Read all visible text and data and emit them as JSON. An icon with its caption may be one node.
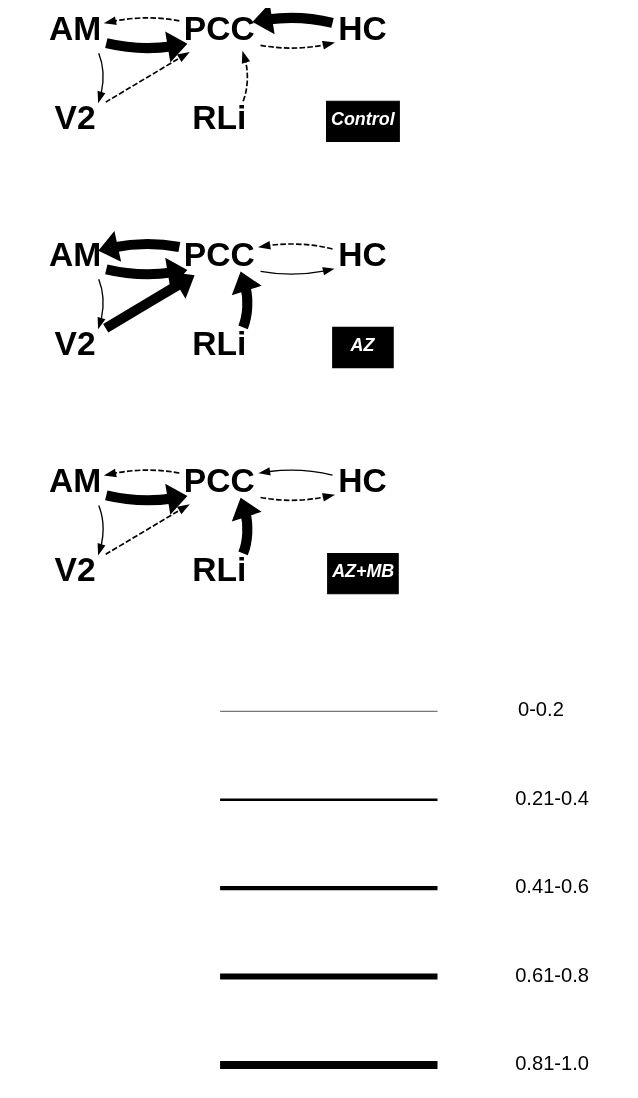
{
  "diagram": {
    "nodes": [
      {
        "text": [
          "AM"
        ]
      },
      {
        "text": [
          "PCC"
        ]
      },
      {
        "text": [
          "HC"
        ]
      },
      {
        "text": [
          "V2"
        ]
      },
      {
        "text": [
          "RLi"
        ]
      },
      {
        "text": [
          "Control"
        ]
      },
      {
        "text": [
          "AM"
        ]
      },
      {
        "text": [
          "PCC"
        ]
      },
      {
        "text": [
          "HC"
        ]
      },
      {
        "text": [
          "V2"
        ]
      },
      {
        "text": [
          "RLi"
        ]
      },
      {
        "text": [
          "AZ"
        ]
      },
      {
        "text": [
          "AM"
        ]
      },
      {
        "text": [
          "PCC"
        ]
      },
      {
        "text": [
          "HC"
        ]
      },
      {
        "text": [
          "V2"
        ]
      },
      {
        "text": [
          "RLi"
        ]
      },
      {
        "text": [
          "AZ+MB"
        ]
      }
    ],
    "edges": [
      {
        "from": 0,
        "to": 1,
        "arrow": "to",
        "style": "thick"
      },
      {
        "from": 1,
        "to": 0,
        "arrow": "to",
        "style": "dashed"
      },
      {
        "from": 1,
        "to": 2,
        "arrow": "to",
        "style": "dashed"
      },
      {
        "from": 2,
        "to": 1,
        "arrow": "to",
        "style": "thick"
      },
      {
        "from": 0,
        "to": 3,
        "arrow": "to"
      },
      {
        "from": 3,
        "to": 1,
        "arrow": "to",
        "style": "dashed"
      },
      {
        "from": 4,
        "to": 1,
        "arrow": "to",
        "style": "dashed"
      },
      {
        "from": 6,
        "to": 7,
        "arrow": "to",
        "style": "thick"
      },
      {
        "from": 7,
        "to": 6,
        "arrow": "to",
        "style": "thick"
      },
      {
        "from": 7,
        "to": 8,
        "arrow": "to"
      },
      {
        "from": 8,
        "to": 7,
        "arrow": "to",
        "style": "dashed"
      },
      {
        "from": 6,
        "to": 9,
        "arrow": "to"
      },
      {
        "from": 9,
        "to": 7,
        "arrow": "to",
        "style": "thick"
      },
      {
        "from": 10,
        "to": 7,
        "arrow": "to",
        "style": "thick"
      },
      {
        "from": 12,
        "to": 13,
        "arrow": "to",
        "style": "thick"
      },
      {
        "from": 13,
        "to": 12,
        "arrow": "to",
        "style": "dashed"
      },
      {
        "from": 13,
        "to": 14,
        "arrow": "to",
        "style": "dashed"
      },
      {
        "from": 14,
        "to": 13,
        "arrow": "to"
      },
      {
        "from": 12,
        "to": 15,
        "arrow": "to"
      },
      {
        "from": 15,
        "to": 13,
        "arrow": "to",
        "style": "dashed"
      },
      {
        "from": 16,
        "to": 13,
        "arrow": "to",
        "style": "thick"
      }
    ],
    "legend": [
      {
        "text": "0-0.2"
      },
      {
        "text": "0.21-0.4"
      },
      {
        "text": "0.41-0.6"
      },
      {
        "text": "0.61-0.8"
      },
      {
        "text": "0.81-1.0"
      }
    ]
  }
}
